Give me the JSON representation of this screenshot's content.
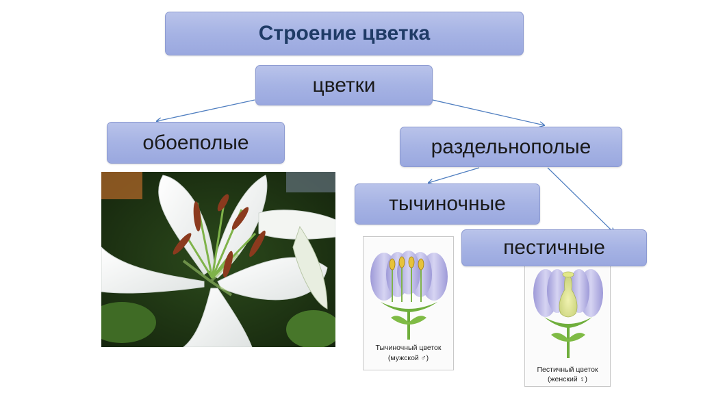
{
  "title": "Строение цветка",
  "flowers": "цветки",
  "bisexual": "обоеполые",
  "unisexual": "раздельнополые",
  "staminate": "тычиночные",
  "pistillate": "пестичные",
  "male_card": {
    "caption_line1": "Тычиночный цветок",
    "caption_line2": "(мужской ♂)"
  },
  "female_card": {
    "caption_line1": "Пестичный цветок",
    "caption_line2": "(женский ♀)"
  },
  "colors": {
    "box_fill": "#a6b3e4",
    "title_text": "#1f3b66",
    "arrow": "#4f7ec0",
    "petal": "#b9b6e6",
    "stem": "#6fae3c"
  }
}
